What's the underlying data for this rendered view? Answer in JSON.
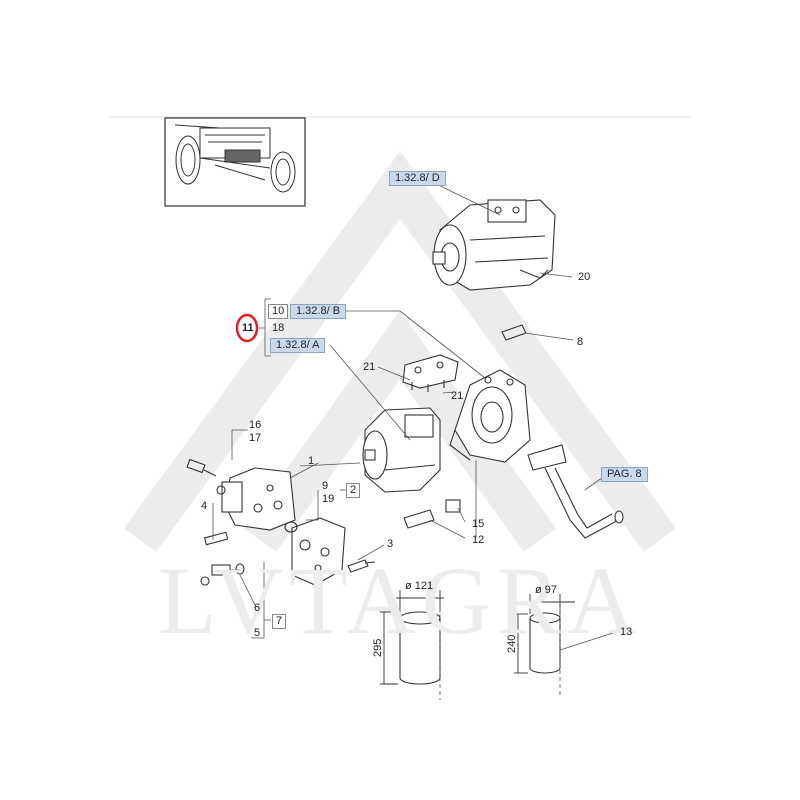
{
  "watermark": {
    "text": "LVTAGRA"
  },
  "references": {
    "d": "1.32.8/ D",
    "b": "1.32.8/ B",
    "a": "1.32.8/ A",
    "pag": "PAG. 8"
  },
  "callouts": {
    "n1": "1",
    "n2": "2",
    "n3": "3",
    "n4": "4",
    "n5": "5",
    "n6": "6",
    "n7": "7",
    "n8": "8",
    "n9": "9",
    "n10": "10",
    "n11": "11",
    "n12": "12",
    "n13": "13",
    "n15": "15",
    "n16": "16",
    "n17": "17",
    "n18": "18",
    "n19": "19",
    "n20": "20",
    "n21a": "21",
    "n21b": "21"
  },
  "dimensions": {
    "d121": "ø 121",
    "h295": "295",
    "d97": "ø 97",
    "h240": "240"
  },
  "colors": {
    "highlight_circle": "#e0202a",
    "reference_fill": "#c9d9ea",
    "line": "#333333"
  }
}
